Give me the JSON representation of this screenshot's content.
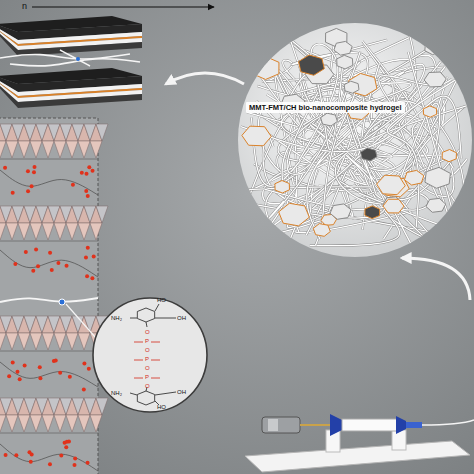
{
  "diagram": {
    "nodes": [
      {
        "text": [
          "MMT-FMT/CH bio-nanocomposite hydrogel"
        ]
      }
    ],
    "labels": [
      "n",
      "NH₂",
      "HO",
      "OH",
      "NH₂",
      "HO",
      "OH",
      "O",
      "P",
      "O",
      "P",
      "O",
      "P",
      "O"
    ]
  }
}
